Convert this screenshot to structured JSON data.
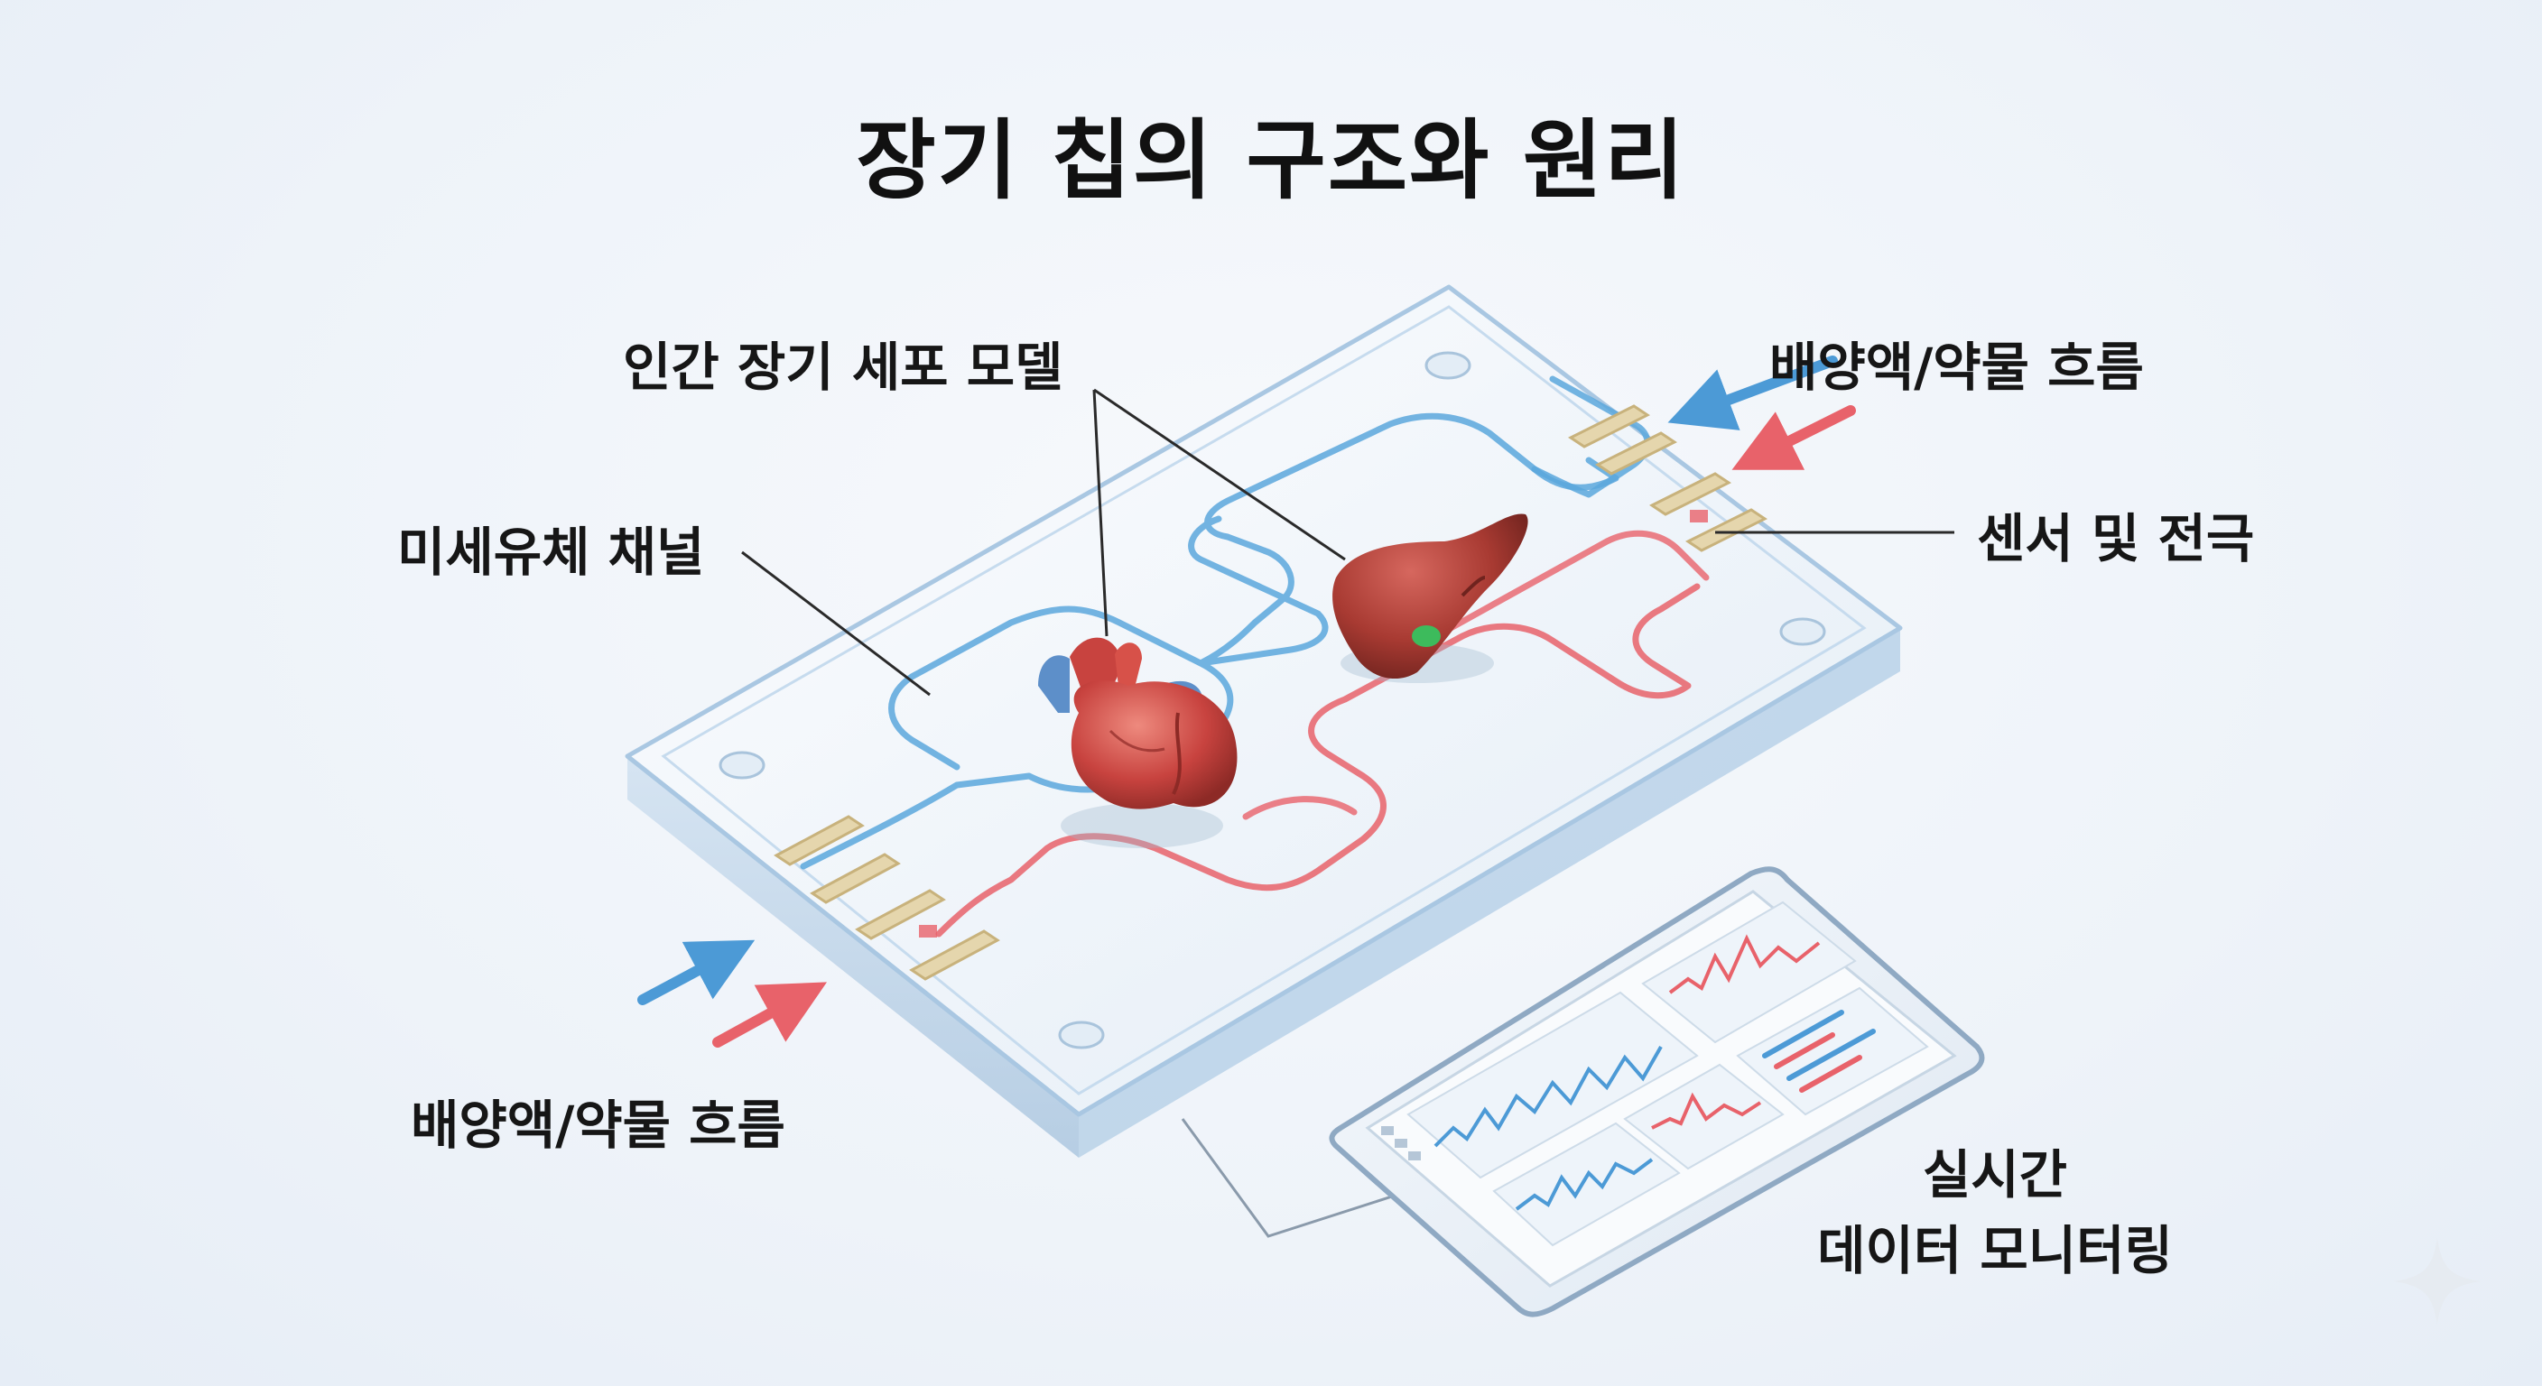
{
  "title": "장기 칩의 구조와 원리",
  "labels": {
    "cell_model": "인간 장기 세포 모델",
    "microfluidic_channel": "미세유체 채널",
    "flow_top": "배양액/약물 흐름",
    "flow_bottom": "배양액/약물 흐름",
    "sensors": "센서 및 전극",
    "monitoring_line1": "실시간",
    "monitoring_line2": "데이터 모니터링"
  },
  "colors": {
    "medium_flow": "#5aa7dc",
    "drug_flow": "#e8626a",
    "chip_edge": "#a9c7e2",
    "heart": "#c8433f",
    "liver": "#a83a32",
    "electrode": "#d9c79a"
  },
  "icons": [
    "heart-organ-icon",
    "liver-organ-icon",
    "sparkle-icon"
  ]
}
